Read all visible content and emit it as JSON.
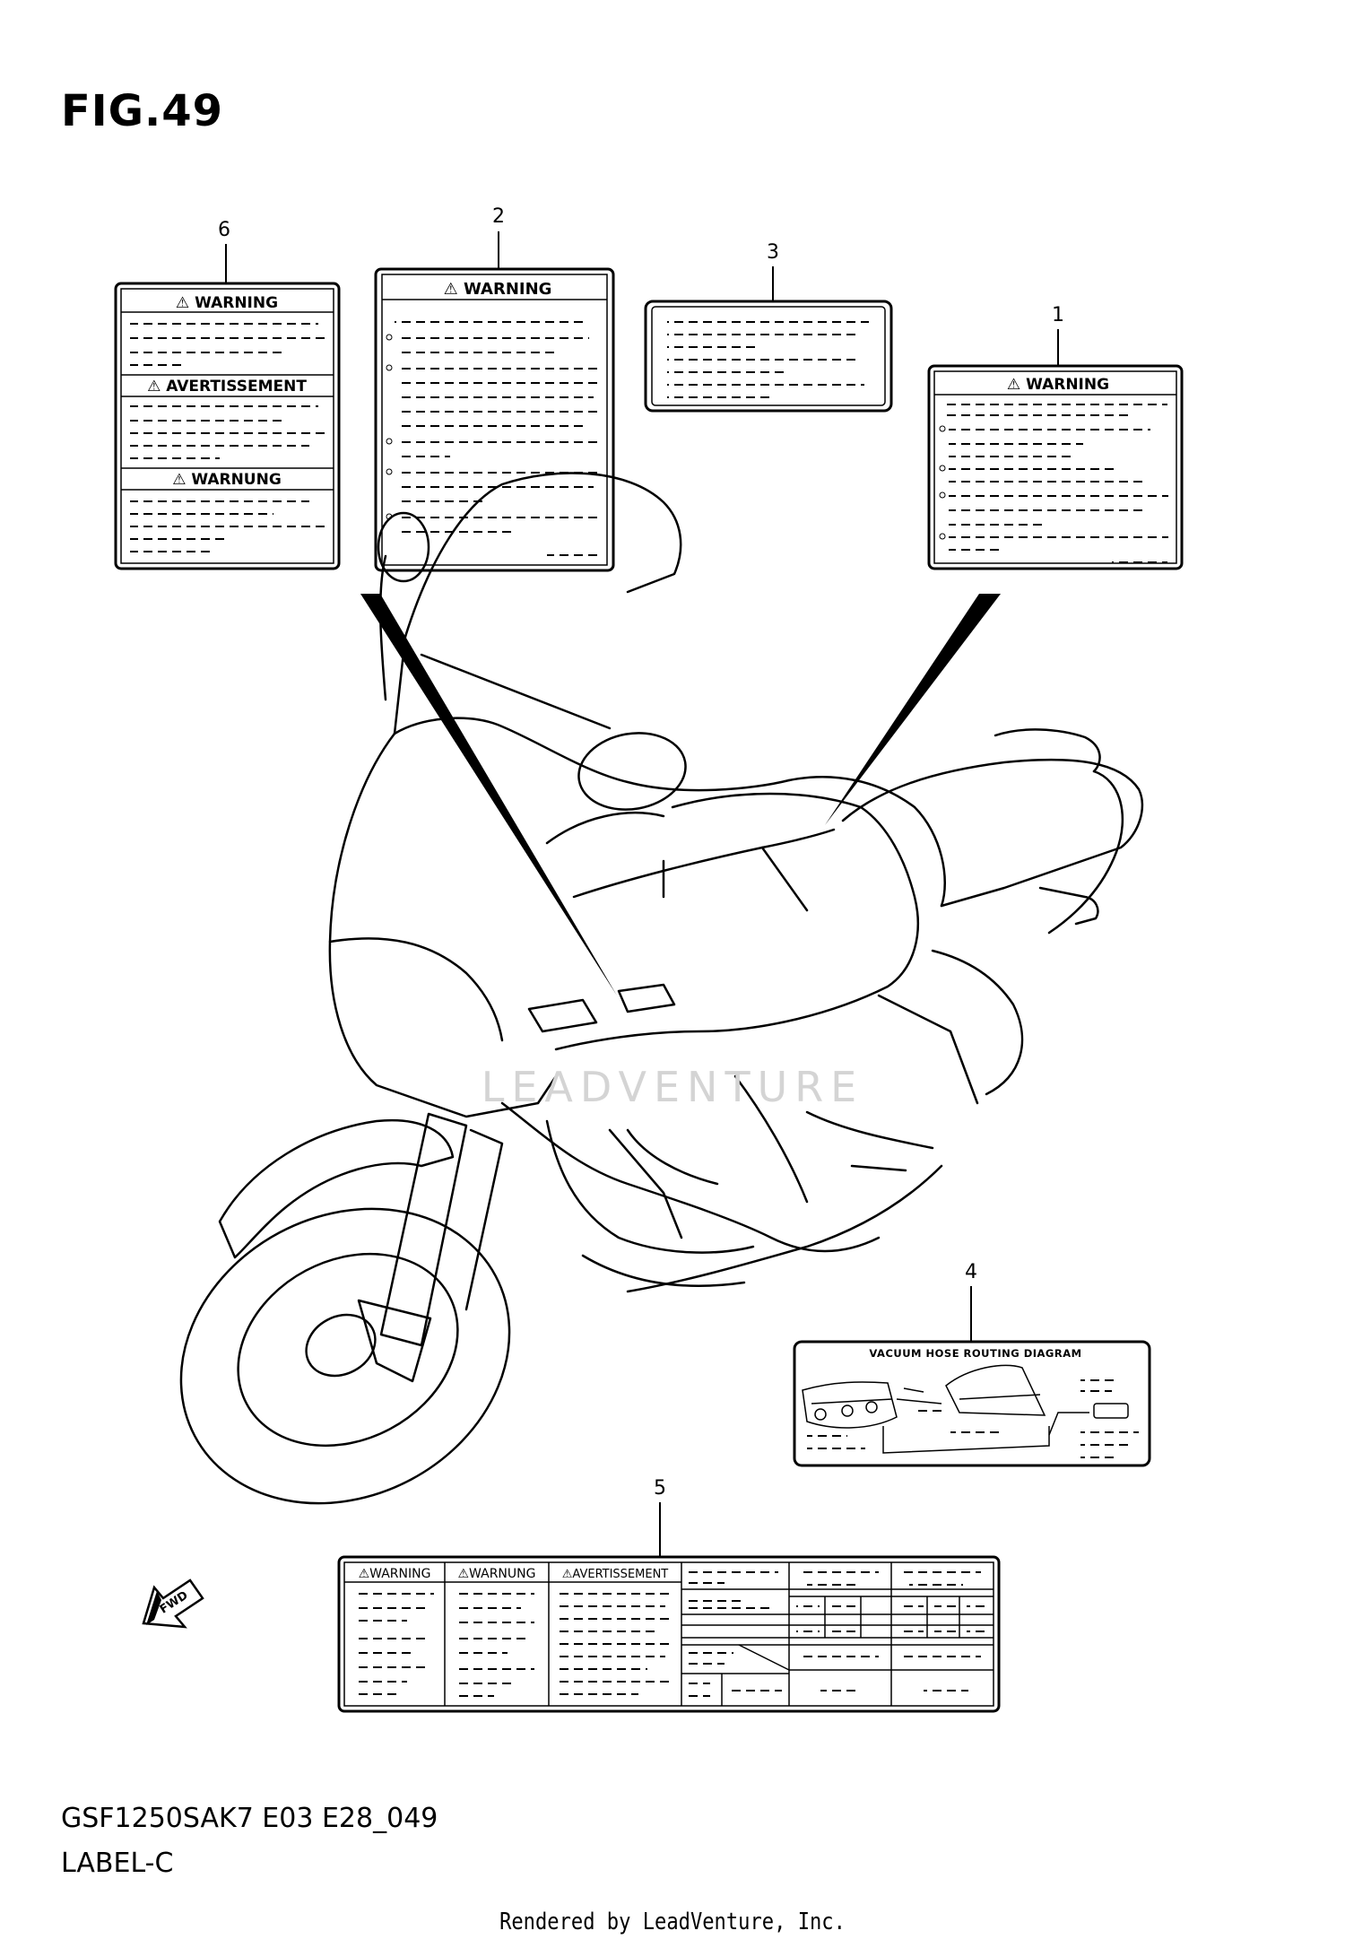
{
  "figure": {
    "title": "FIG.49",
    "model_code": "GSF1250SAK7 E03 E28_049",
    "section": "LABEL-C",
    "credit": "Rendered by LeadVenture, Inc.",
    "watermark": "LEADVENTURE"
  },
  "callouts": [
    "6",
    "2",
    "3",
    "1",
    "4",
    "5"
  ],
  "labels": {
    "label_6": {
      "headings": [
        "⚠ WARNING",
        "⚠ AVERTISSEMENT",
        "⚠ WARNUNG"
      ]
    },
    "label_2": {
      "heading": "⚠ WARNING"
    },
    "label_1": {
      "heading": "⚠ WARNING"
    },
    "label_4": {
      "heading": "VACUUM HOSE ROUTING DIAGRAM"
    },
    "label_5": {
      "headings": [
        "⚠WARNING",
        "⚠WARNUNG",
        "⚠AVERTISSEMENT"
      ]
    }
  },
  "fwd_arrow": "FWD",
  "icons": [
    "warning-triangle-icon",
    "fwd-arrow-icon"
  ]
}
